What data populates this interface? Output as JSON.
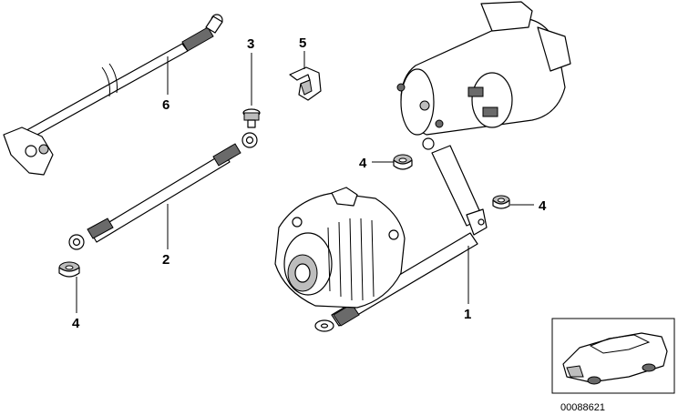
{
  "callouts": [
    {
      "id": "c6",
      "text": "6"
    },
    {
      "id": "c3",
      "text": "3"
    },
    {
      "id": "c5",
      "text": "5"
    },
    {
      "id": "c2",
      "text": "2"
    },
    {
      "id": "c4a",
      "text": "4"
    },
    {
      "id": "c4b",
      "text": "4"
    },
    {
      "id": "c4c",
      "text": "4"
    },
    {
      "id": "c1",
      "text": "1"
    }
  ],
  "reference_number": "00088621"
}
